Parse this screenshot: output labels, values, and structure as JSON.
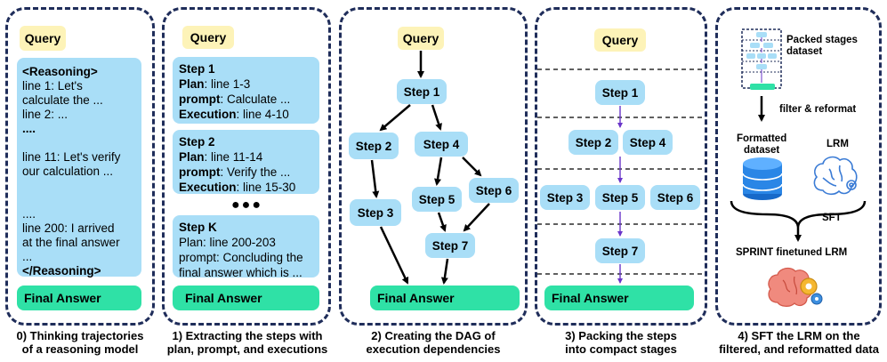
{
  "panel0": {
    "query": "Query",
    "reasoning_lines": [
      "<Reasoning>",
      "line 1: Let's",
      "calculate the ...",
      "line 2: ...",
      "....",
      "",
      "line 11: Let's verify",
      "our calculation ...",
      "",
      "",
      "....",
      "line 200: I arrived",
      "at the final answer",
      "...",
      "</Reasoning>"
    ],
    "final": "Final Answer",
    "caption": "0) Thinking trajectories\nof a reasoning model"
  },
  "panel1": {
    "query": "Query",
    "step1": {
      "title": "Step 1",
      "plan_k": "Plan",
      "plan_v": ": line 1-3",
      "prompt_k": "prompt",
      "prompt_v": ": Calculate ...",
      "exec_k": "Execution",
      "exec_v": ": line 4-10"
    },
    "step2": {
      "title": "Step 2",
      "plan_k": "Plan",
      "plan_v": ": line 11-14",
      "prompt_k": "prompt",
      "prompt_v": ": Verify the ...",
      "exec_k": "Execution",
      "exec_v": ": line 15-30"
    },
    "dots": "●●●",
    "stepk": {
      "title": "Step K",
      "l1": "Plan: line 200-203",
      "l2": "prompt: Concluding the",
      "l3": "final answer which is ..."
    },
    "final": "Final Answer",
    "caption": "1) Extracting the steps with\nplan, prompt, and executions"
  },
  "panel2": {
    "query": "Query",
    "steps": [
      "Step 1",
      "Step 2",
      "Step 4",
      "Step 3",
      "Step 5",
      "Step 6",
      "Step 7"
    ],
    "final": "Final Answer",
    "caption": "2) Creating the DAG of\nexecution dependencies"
  },
  "panel3": {
    "query": "Query",
    "steps": [
      "Step 1",
      "Step 2",
      "Step 4",
      "Step 3",
      "Step 5",
      "Step 6",
      "Step 7"
    ],
    "final": "Final Answer",
    "caption": "3) Packing the steps\ninto compact stages"
  },
  "panel4": {
    "packed": "Packed stages\ndataset",
    "filter": "filter & reformat",
    "formatted": "Formatted\ndataset",
    "lrm": "LRM",
    "sft": "SFT",
    "sprint": "SPRINT finetuned LRM",
    "caption": "4) SFT the LRM on the\nfiltered, and reformatted data"
  },
  "colors": {
    "border": "#1f2d5a",
    "box": "#a9def7",
    "query": "#fdf3b8",
    "final": "#2fe1a6",
    "stage_arrow": "#6a35c9"
  }
}
